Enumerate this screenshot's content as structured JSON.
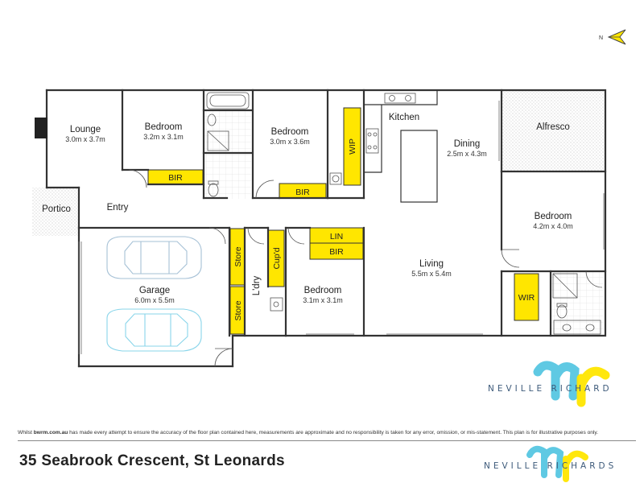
{
  "plan": {
    "address": "35 Seabrook Crescent, St Leonards",
    "disclaimer": {
      "prefix": "Whilst ",
      "site": "bwrm.com.au",
      "rest": " has made every attempt to ensure the accuracy of the floor plan contained here, measurements are approximate and no responsibility is taken for any error, omission, or mis-statement. This plan is for illustrative purposes only."
    },
    "compass_label": "N",
    "colors": {
      "highlight": "#ffe600",
      "wall": "#333333",
      "brand_blue": "#3d5a7a",
      "brand_cyan": "#4ec3e0",
      "brand_yellow": "#ffe600"
    },
    "brand": {
      "name_top": "NEVILLE RICHARD",
      "name_bottom": "NEVILLE RICHARDS",
      "monogram": "nr"
    },
    "rooms": [
      {
        "id": "lounge",
        "name": "Lounge",
        "size": "3.0m x 3.7m"
      },
      {
        "id": "bedroom-1",
        "name": "Bedroom",
        "size": "3.2m x 3.1m"
      },
      {
        "id": "bedroom-2",
        "name": "Bedroom",
        "size": "3.0m x 3.6m"
      },
      {
        "id": "kitchen",
        "name": "Kitchen",
        "size": ""
      },
      {
        "id": "dining",
        "name": "Dining",
        "size": "2.5m x 4.3m"
      },
      {
        "id": "alfresco",
        "name": "Alfresco",
        "size": ""
      },
      {
        "id": "portico",
        "name": "Portico",
        "size": ""
      },
      {
        "id": "entry",
        "name": "Entry",
        "size": ""
      },
      {
        "id": "bedroom-master",
        "name": "Bedroom",
        "size": "4.2m x 4.0m"
      },
      {
        "id": "garage",
        "name": "Garage",
        "size": "6.0m x 5.5m"
      },
      {
        "id": "laundry",
        "name": "L'dry",
        "size": ""
      },
      {
        "id": "bedroom-3",
        "name": "Bedroom",
        "size": "3.1m x 3.1m"
      },
      {
        "id": "living",
        "name": "Living",
        "size": "5.5m x 5.4m"
      }
    ],
    "storage_tags": [
      {
        "id": "bir-1",
        "label": "BIR"
      },
      {
        "id": "bir-2",
        "label": "BIR"
      },
      {
        "id": "wip",
        "label": "WIP"
      },
      {
        "id": "lin",
        "label": "LIN"
      },
      {
        "id": "bir-3",
        "label": "BIR"
      },
      {
        "id": "store-1",
        "label": "Store"
      },
      {
        "id": "store-2",
        "label": "Store"
      },
      {
        "id": "cupd",
        "label": "Cup'd"
      },
      {
        "id": "wir",
        "label": "WIR"
      }
    ]
  }
}
